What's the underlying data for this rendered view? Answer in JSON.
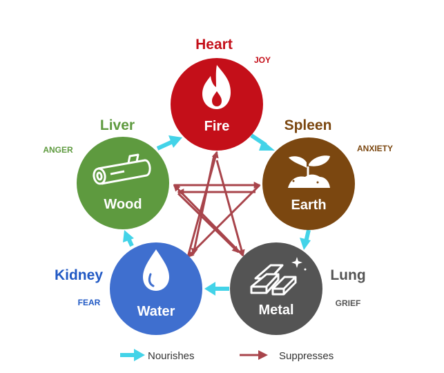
{
  "elements": {
    "fire": {
      "name": "Fire",
      "organ": "Heart",
      "emotion": "JOY",
      "color": "#c40f19",
      "text_color": "#c40f19",
      "icon": "flame-icon"
    },
    "earth": {
      "name": "Earth",
      "organ": "Spleen",
      "emotion": "ANXIETY",
      "color": "#7b4710",
      "text_color": "#7b4710",
      "icon": "sprout-icon"
    },
    "metal": {
      "name": "Metal",
      "organ": "Lung",
      "emotion": "GRIEF",
      "color": "#545454",
      "text_color": "#545454",
      "icon": "metal-bars-icon"
    },
    "water": {
      "name": "Water",
      "organ": "Kidney",
      "emotion": "FEAR",
      "color": "#3f6fcf",
      "text_color": "#2159c4",
      "icon": "water-drop-icon"
    },
    "wood": {
      "name": "Wood",
      "organ": "Liver",
      "emotion": "ANGER",
      "color": "#5e9a3f",
      "text_color": "#5e9a3f",
      "icon": "log-icon"
    }
  },
  "legend": {
    "nourishes": "Nourishes",
    "suppresses": "Suppresses",
    "nourishes_color": "#43d3e8",
    "suppresses_color": "#a8444b"
  }
}
